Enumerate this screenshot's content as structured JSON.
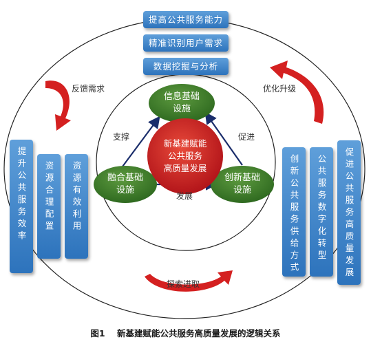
{
  "top_boxes": [
    "提高公共服务能力",
    "精准识别用户需求",
    "数据挖掘与分析"
  ],
  "left_columns": [
    "提升公共服务效率",
    "资源合理配置",
    "资源有效利用"
  ],
  "right_columns": [
    "创新公共服务供给方式",
    "公共服务数字化转型",
    "促进公共服务高质量发展"
  ],
  "nodes": {
    "center": "新基建赋能\n公共服务\n高质量发展",
    "top": "信息基础\n设施",
    "left": "融合基础\n设施",
    "right": "创新基础\n设施"
  },
  "edge_labels": {
    "support": "支撑",
    "promote": "促进",
    "develop": "发展"
  },
  "cycle_labels": {
    "feedback": "反馈需求",
    "optimize": "优化升级",
    "explore": "探索进取"
  },
  "caption": {
    "number": "图1",
    "title": "新基建赋能公共服务高质量发展的逻辑关系"
  },
  "colors": {
    "box_blue": "#2d73bc",
    "node_green": "#3e7d2a",
    "center_red": "#cc1d1d",
    "arrow_red": "#d42020",
    "line_navy": "#1a2d6b"
  }
}
